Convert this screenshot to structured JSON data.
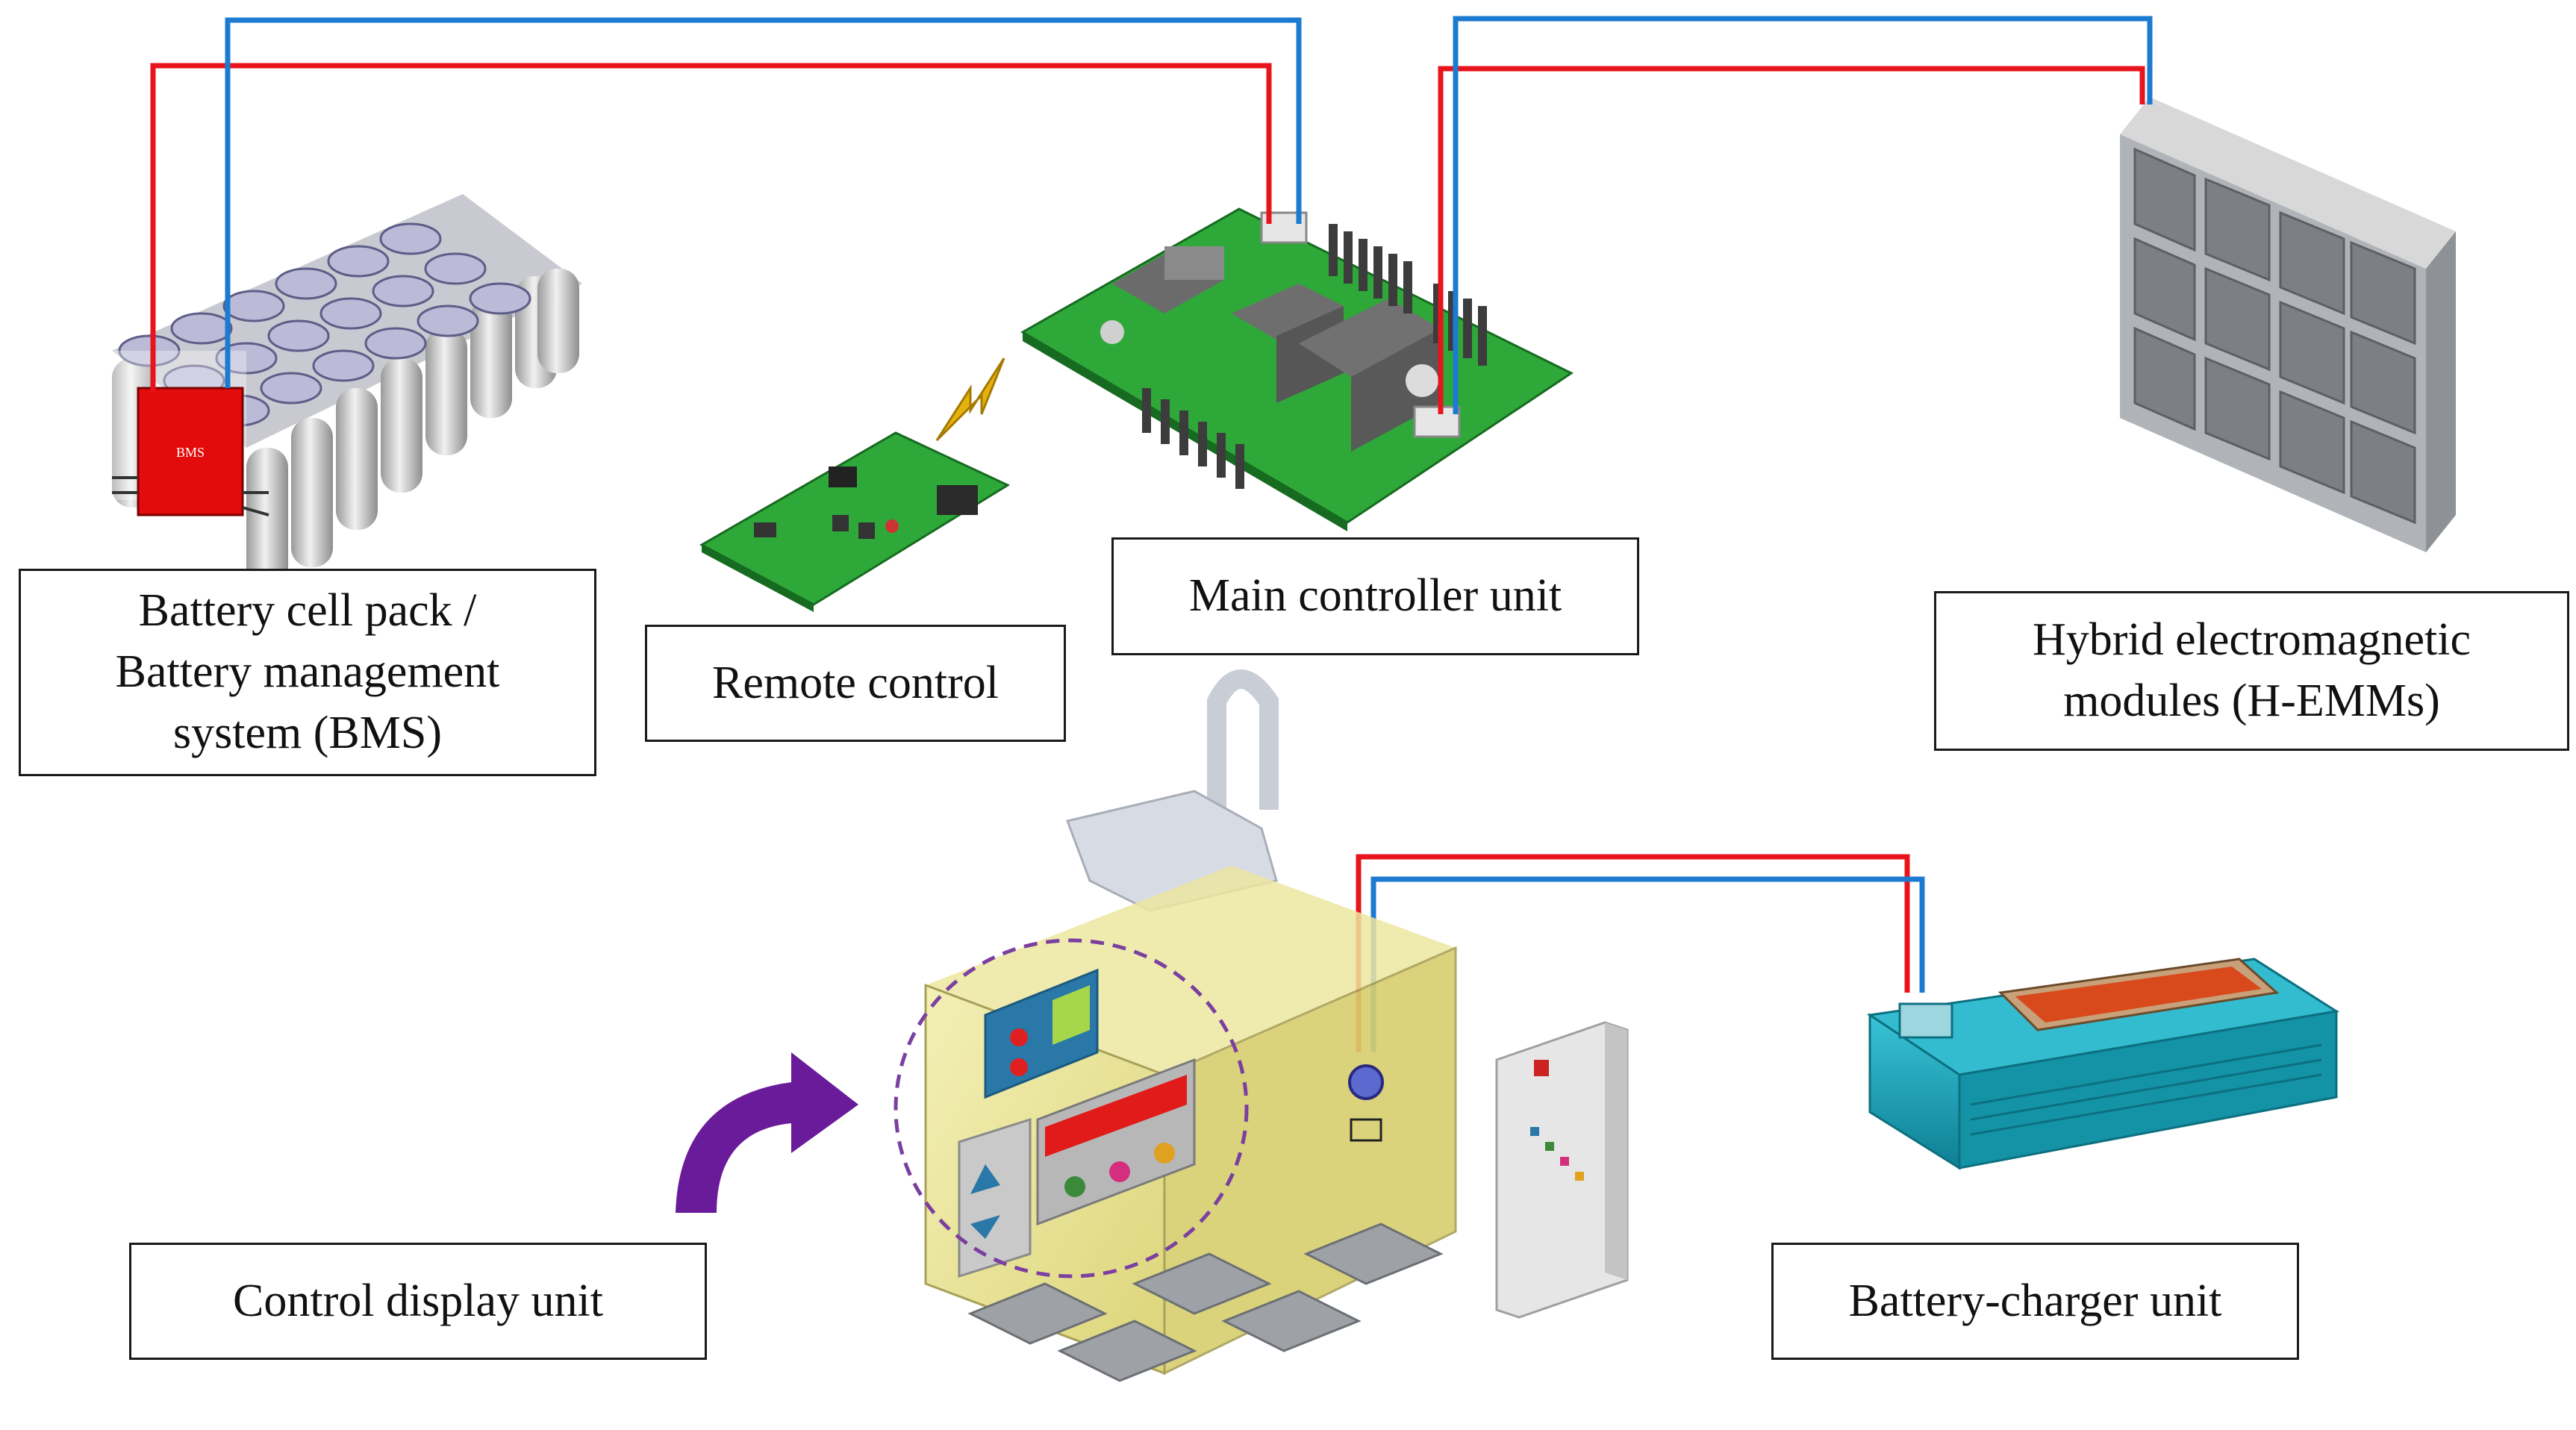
{
  "labels": {
    "battery": [
      "Battery cell pack /",
      "Battery management",
      "system (BMS)"
    ],
    "remote": "Remote control",
    "main_controller": "Main controller  unit",
    "hemm": [
      "Hybrid electromagnetic",
      "modules (H-EMMs)"
    ],
    "control_display": "Control  display  unit",
    "charger": "Battery-charger unit",
    "bms_chip": "BMS"
  },
  "colors": {
    "positive_wire": "#e8141b",
    "negative_wire": "#1c7bd0",
    "pcb_green": "#2fa83a",
    "bms_red": "#e30b0b",
    "enclosure_yellow": "#e6e08a",
    "charger_teal": "#1aa0b8",
    "rotate_arrow": "#6a1b9a",
    "highlight_circle": "#7b3fa0"
  },
  "icons": [
    "lightning-icon",
    "rotate-arrow-icon"
  ]
}
